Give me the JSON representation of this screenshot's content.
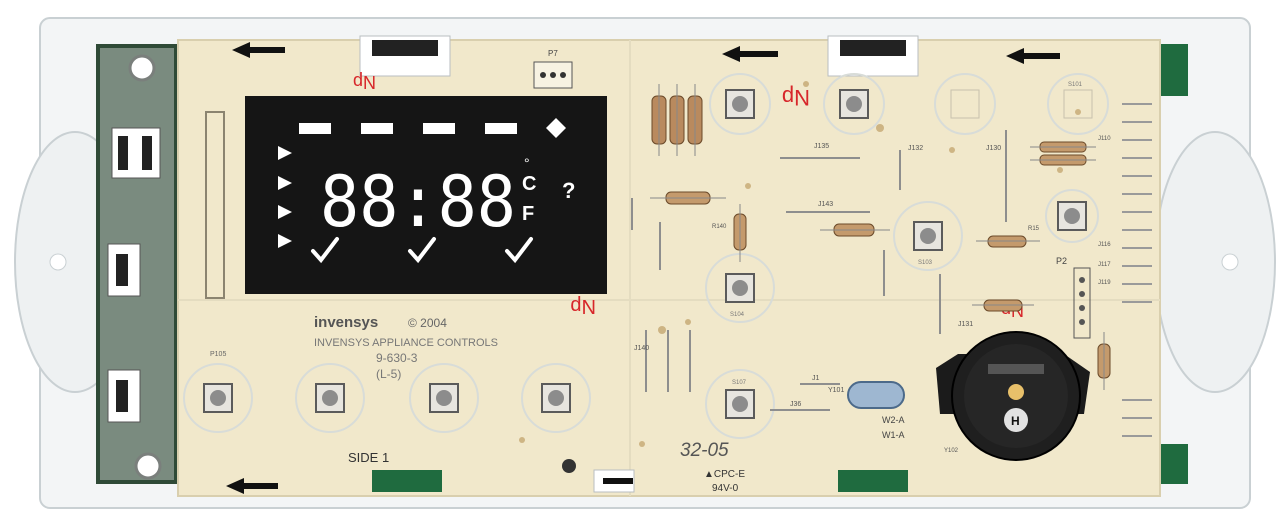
{
  "board": {
    "brand": "invensys",
    "copyright": "© 2004",
    "maker_line": "INVENSYS APPLIANCE CONTROLS",
    "part_number": "9-630-3",
    "revision": "(L-5)",
    "date_code": "32-05",
    "cert_line_1": "▲CPC-E",
    "cert_line_2": "94V-0",
    "side_label": "SIDE 1",
    "crystal_label_1": "W2-A",
    "crystal_label_2": "W1-A",
    "buzzer_letter": "H"
  },
  "display": {
    "digits": "88:88",
    "unit_top": "C",
    "unit_bottom": "F",
    "degree": "°",
    "help": "?"
  },
  "refs": {
    "p7": "P7",
    "p2": "P2",
    "p105": "P105",
    "j135": "J135",
    "j132": "J132",
    "j130": "J130",
    "j143": "J143",
    "j110": "J110",
    "j116": "J116",
    "j117": "J117",
    "j119": "J119",
    "j131": "J131",
    "j140": "J140",
    "j1": "J1",
    "j36": "J36",
    "r140": "R140",
    "r15": "R15",
    "y101": "Y101",
    "y102": "Y102",
    "s101": "S101",
    "s103": "S103",
    "s104": "S104",
    "s107": "S107"
  },
  "marks": {
    "np_1": "Np",
    "np_2": "Np",
    "np_3": "Np",
    "np_4": "Np"
  }
}
